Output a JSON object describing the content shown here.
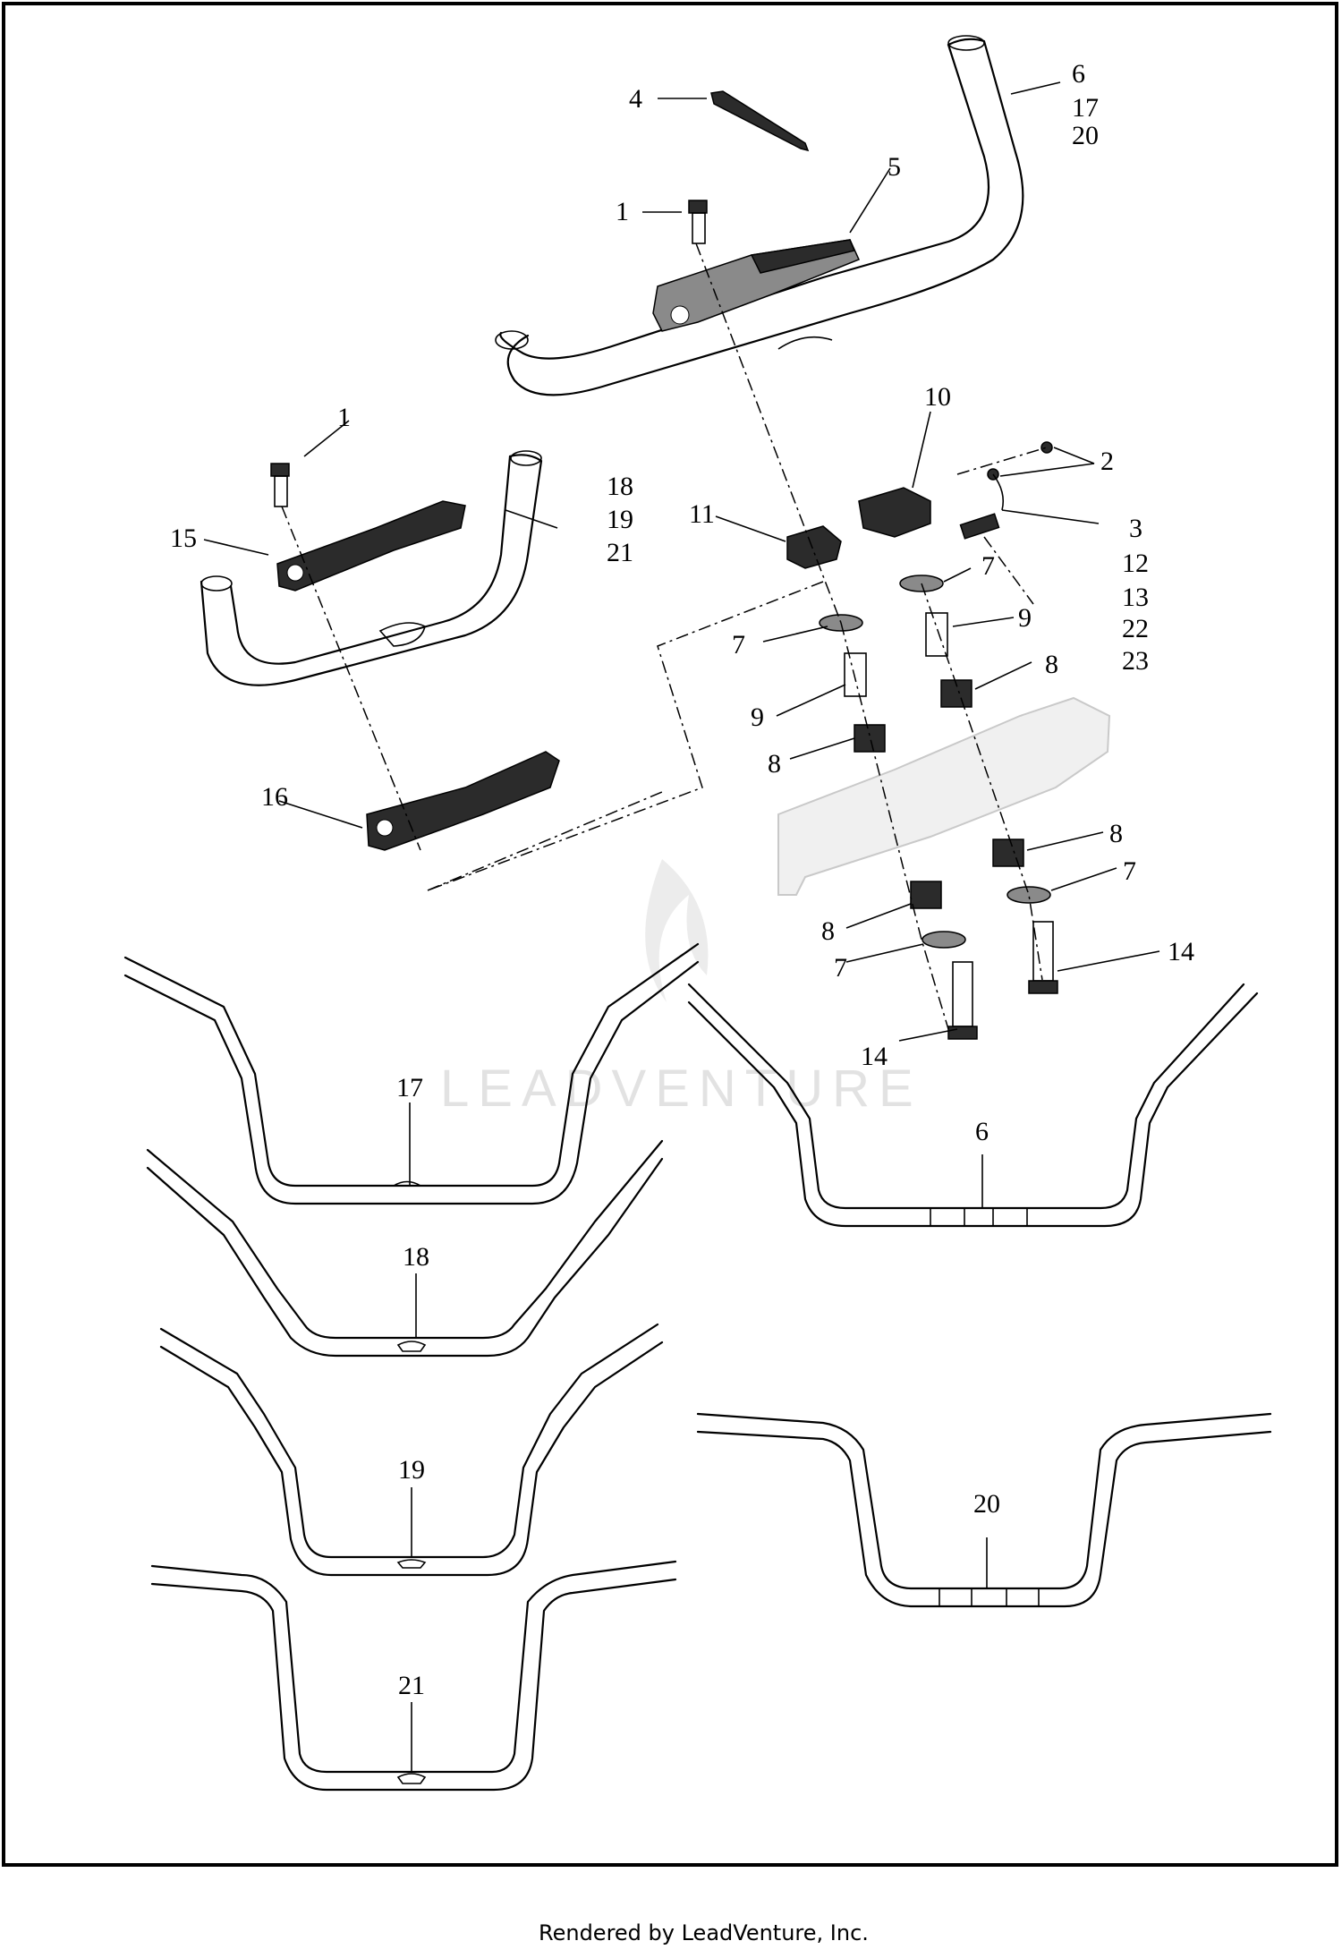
{
  "callouts": {
    "c1a": "1",
    "c1b": "1",
    "c2": "2",
    "c3": "3",
    "c4": "4",
    "c5": "5",
    "c6a": "6",
    "c6b": "6",
    "c7a": "7",
    "c7b": "7",
    "c7c": "7",
    "c7d": "7",
    "c8a": "8",
    "c8b": "8",
    "c8c": "8",
    "c8d": "8",
    "c9a": "9",
    "c9b": "9",
    "c10": "10",
    "c11": "11",
    "c12": "12",
    "c13": "13",
    "c14a": "14",
    "c14b": "14",
    "c15": "15",
    "c16": "16",
    "c17a": "17",
    "c17b": "17",
    "c18a": "18",
    "c18b": "18",
    "c19a": "19",
    "c19b": "19",
    "c20a": "20",
    "c20b": "20",
    "c21a": "21",
    "c21b": "21",
    "c22": "22",
    "c23": "23"
  },
  "watermark": "LEADVENTURE",
  "footer": "Rendered by LeadVenture, Inc."
}
